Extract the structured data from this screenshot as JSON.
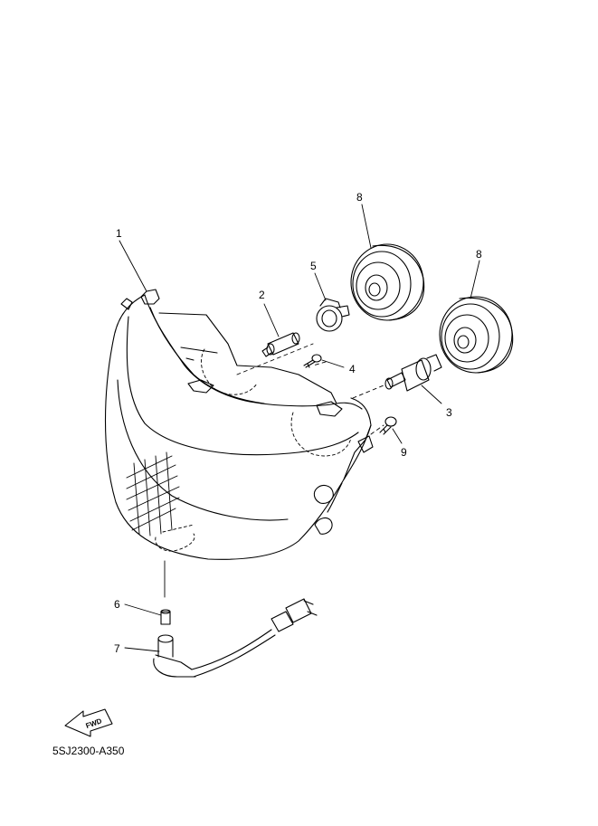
{
  "callouts": [
    {
      "id": "1",
      "label": "1"
    },
    {
      "id": "2",
      "label": "2"
    },
    {
      "id": "3",
      "label": "3"
    },
    {
      "id": "4",
      "label": "4"
    },
    {
      "id": "5",
      "label": "5"
    },
    {
      "id": "6",
      "label": "6"
    },
    {
      "id": "7",
      "label": "7"
    },
    {
      "id": "8a",
      "label": "8"
    },
    {
      "id": "8b",
      "label": "8"
    },
    {
      "id": "9",
      "label": "9"
    }
  ],
  "fwd_marker": "FWD",
  "diagram_code": "5SJ2300-A350",
  "colors": {
    "line": "#000000",
    "background": "#ffffff"
  }
}
